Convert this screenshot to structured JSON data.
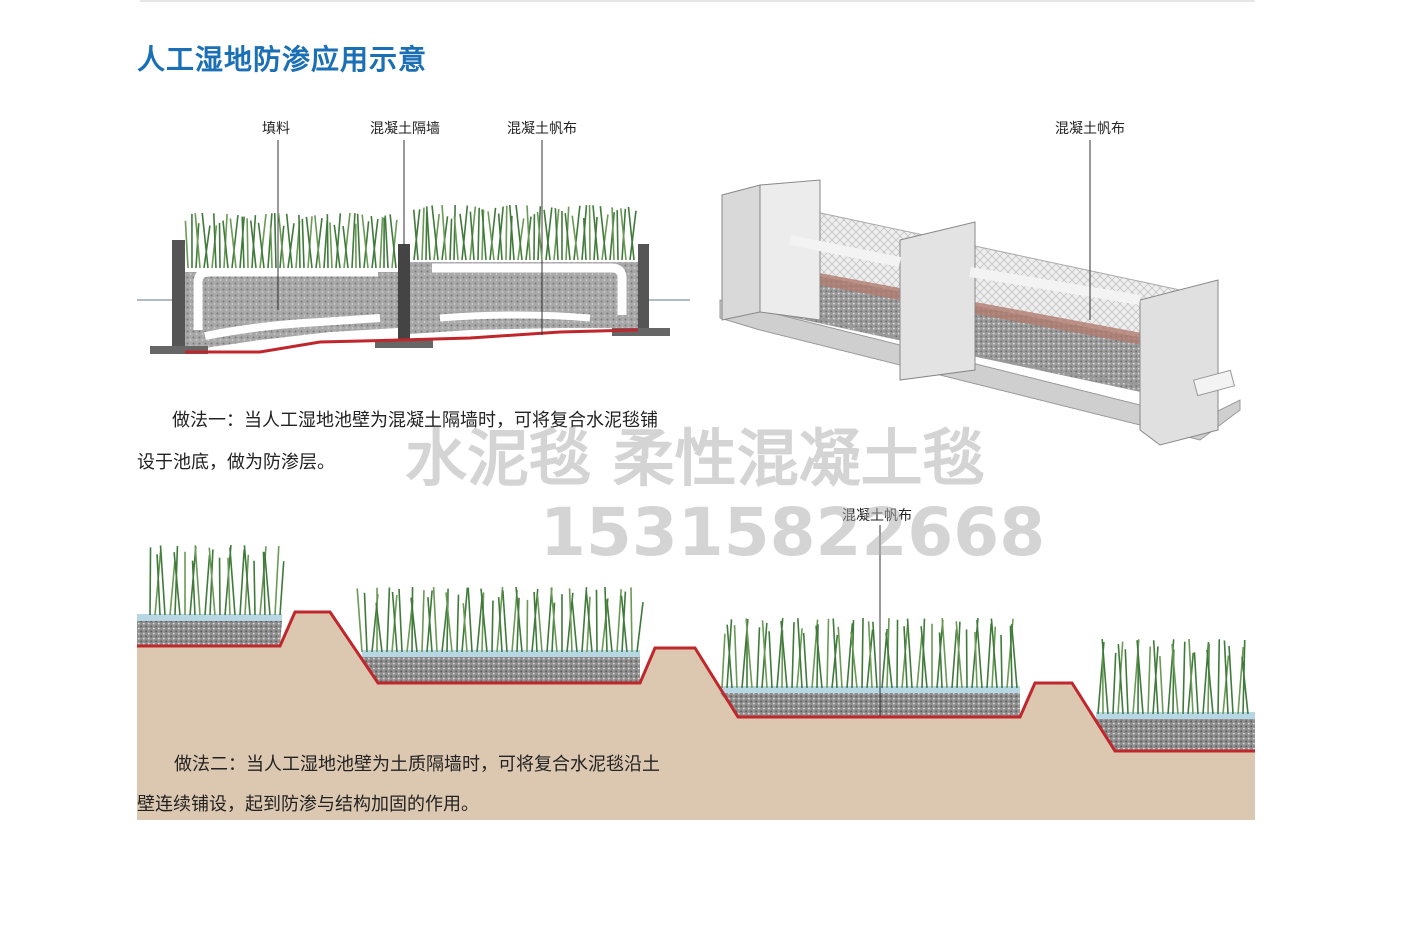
{
  "title": "人工湿地防渗应用示意",
  "diagram1": {
    "labels": {
      "fill": "填料",
      "wall": "混凝土隔墙",
      "canvas": "混凝土帆布"
    }
  },
  "diagram2": {
    "label": "混凝土帆布"
  },
  "method1": {
    "line1": "做法一：当人工湿地池壁为混凝土隔墙时，可将复合水泥毯铺",
    "line2": "设于池底，做为防渗层。"
  },
  "diagram3": {
    "label": "混凝土帆布"
  },
  "method2": {
    "line1": "做法二：当人工湿地池壁为土质隔墙时，可将复合水泥毯沿土",
    "line2": "壁连续铺设，起到防渗与结构加固的作用。"
  },
  "watermark": {
    "line1": "水泥毯 柔性混凝土毯",
    "line2": "15315822668"
  },
  "colors": {
    "title": "#1a6fb5",
    "membrane": "#c0272d",
    "soil": "#dcc8b0",
    "gravel": "#9a9a9a",
    "reed": "#3f7a3a"
  }
}
